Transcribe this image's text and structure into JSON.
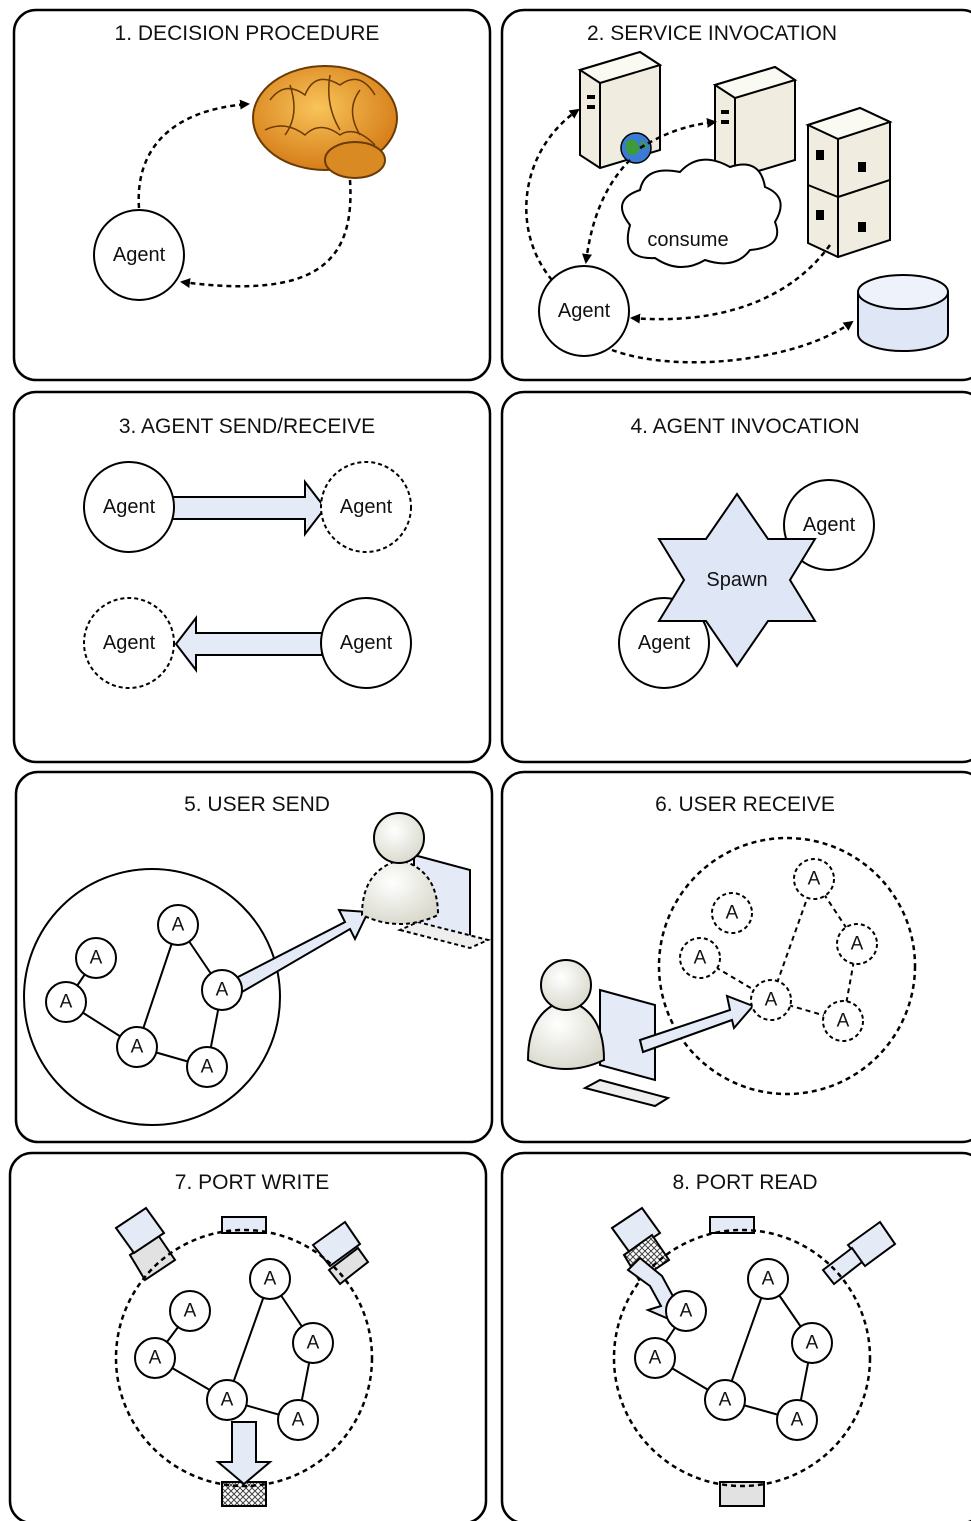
{
  "panels": [
    {
      "title": "1. DECISION PROCEDURE"
    },
    {
      "title": "2. SERVICE INVOCATION"
    },
    {
      "title": "3. AGENT SEND/RECEIVE"
    },
    {
      "title": "4. AGENT INVOCATION"
    },
    {
      "title": "5. USER SEND"
    },
    {
      "title": "6. USER RECEIVE"
    },
    {
      "title": "7. PORT WRITE"
    },
    {
      "title": "8. PORT READ"
    }
  ],
  "labels": {
    "agent": "Agent",
    "consume": "consume",
    "spawn": "Spawn",
    "node": "A"
  },
  "colors": {
    "arrow_fill": "#e4ebf7",
    "brain": "#e79a2b",
    "server": "#f0ede0",
    "database": "#dfe6f5"
  }
}
